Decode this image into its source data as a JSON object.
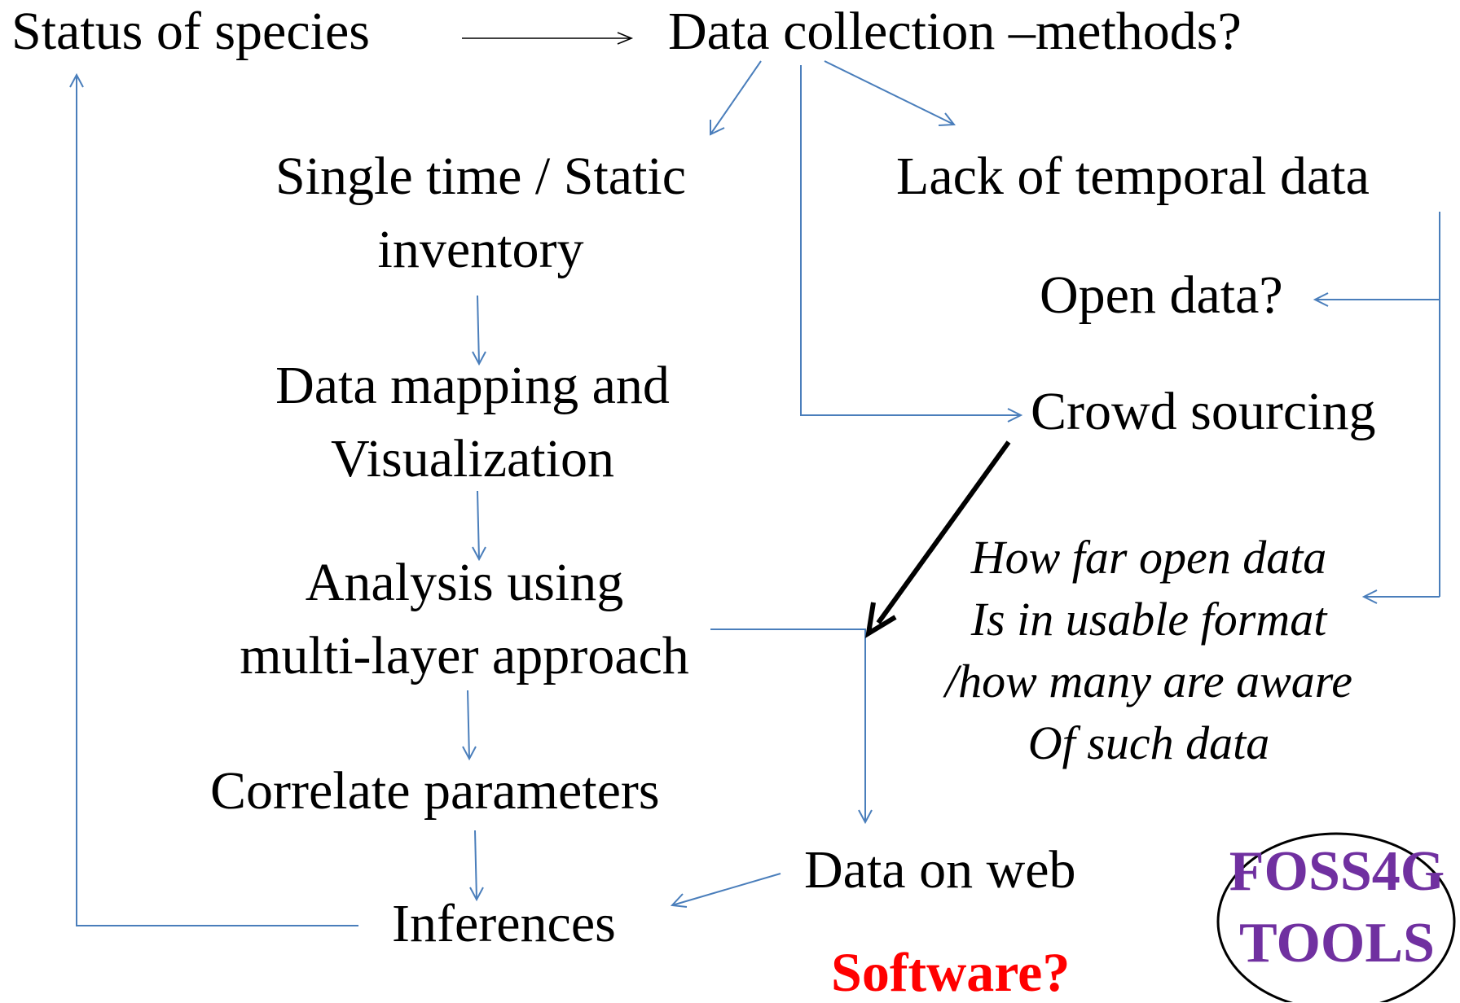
{
  "nodes": {
    "status": "Status of species",
    "collection": "Data collection –methods?",
    "single_time_l1": "Single time  / Static",
    "single_time_l2": "inventory",
    "lack_temporal": "Lack of temporal data",
    "open_data": "Open data?",
    "crowd": "Crowd sourcing",
    "mapping_l1": "Data mapping and",
    "mapping_l2": "Visualization",
    "analysis_l1": "Analysis using",
    "analysis_l2": "multi-layer approach",
    "correlate": "Correlate parameters",
    "inferences": "Inferences",
    "data_web": "Data on web"
  },
  "note": {
    "l1": "How far open data",
    "l2": "Is in usable format",
    "l3": "/how many are aware",
    "l4": "Of such data"
  },
  "software": "Software?",
  "badge": {
    "l1": "FOSS4G",
    "l2": "TOOLS"
  },
  "colors": {
    "arrow": "#4a7ebb",
    "bold_arrow": "#000000",
    "software": "#ff0000",
    "badge_text": "#7030a0"
  }
}
